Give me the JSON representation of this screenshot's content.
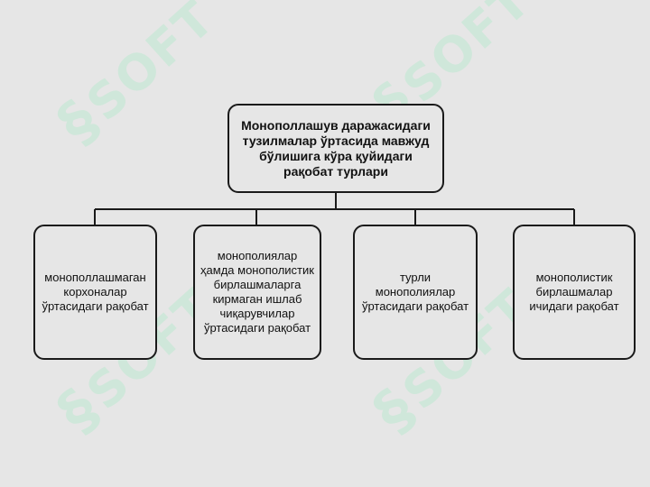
{
  "root": {
    "text": "Монополлашув даражасидаги тузилмалар ўртасида мавжуд бўлишига кўра қуйидаги рақобат турлари"
  },
  "children": [
    {
      "text": "монополлашмаган корхоналар ўртасидаги рақобат"
    },
    {
      "text": "монополиялар ҳамда монополистик бирлашмаларга кирмаган ишлаб чиқарувчилар ўртасидаги рақобат"
    },
    {
      "text": "турли монополиялар ўртасидаги рақобат"
    },
    {
      "text": "монополистик бирлашмалар ичидаги рақобат"
    }
  ],
  "watermark": {
    "text": "SOFT",
    "mark": "§"
  },
  "colors": {
    "background": "#e6e6e6",
    "border": "#1a1a1a",
    "watermark": "#c8e8d6"
  }
}
